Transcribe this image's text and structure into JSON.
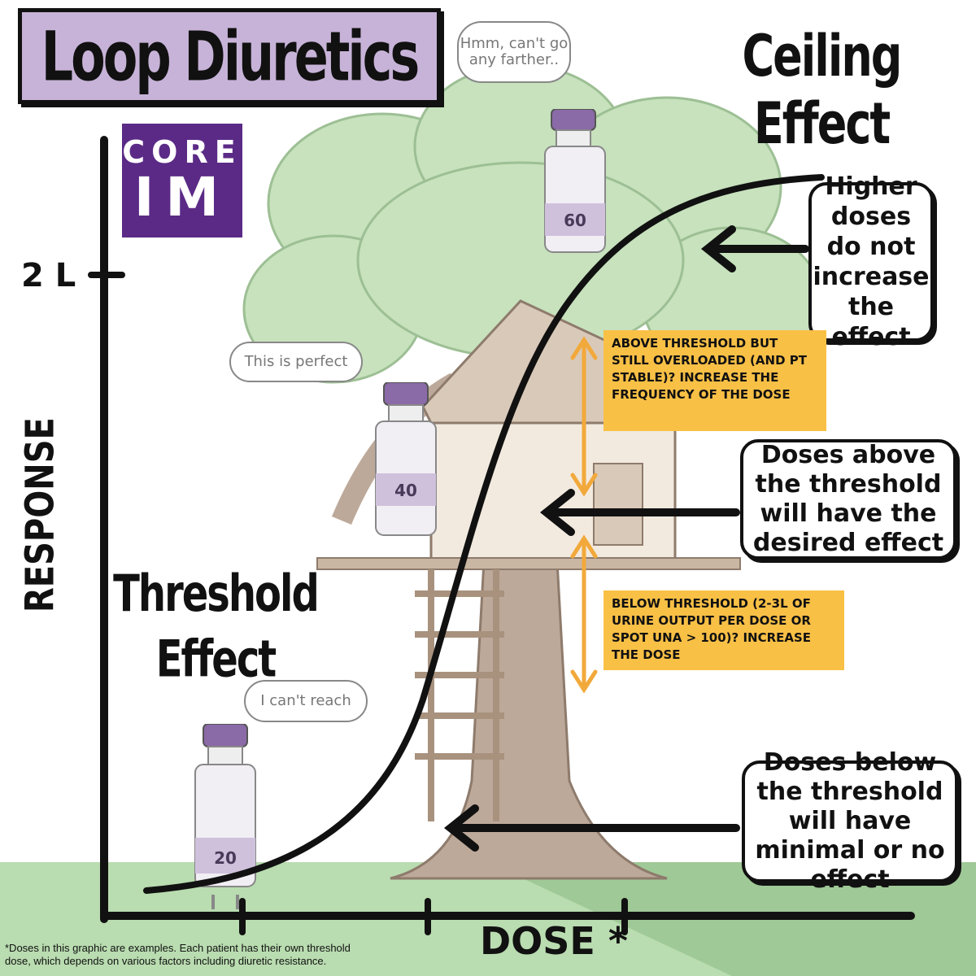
{
  "title": "Loop Diuretics",
  "logo": {
    "line1": "CORE",
    "line2": "IM"
  },
  "ceiling_label": {
    "line1": "Ceiling",
    "line2": "Effect"
  },
  "threshold_label": {
    "line1": "Threshold",
    "line2": "Effect"
  },
  "axes": {
    "y_label": "RESPONSE",
    "y_tick": "2 L",
    "x_label": "DOSE *"
  },
  "callouts": {
    "higher": "Higher doses do not increase the effect",
    "above": "Doses above the threshold will have the desired effect",
    "below": "Doses below the threshold will have minimal or no effect"
  },
  "notes": {
    "above": "Above threshold but still overloaded (and pt stable)? Increase the frequency of the dose",
    "below": "Below threshold (2-3L of urine output per dose or spot UNa > 100)? Increase the dose"
  },
  "bubbles": {
    "top": "Hmm, can't go any farther..",
    "middle": "This is perfect",
    "bottom": "I can't reach"
  },
  "bottles": {
    "low": "20",
    "mid": "40",
    "high": "60"
  },
  "footnote": "*Doses in this graphic are examples. Each patient has their own threshold dose, which depends on various factors including diuretic resistance.",
  "colors": {
    "accent_purple": "#5b2a86",
    "title_bg": "#c7b3d8",
    "note_bg": "#f9c046",
    "tree_green": "#b9dcb0"
  }
}
